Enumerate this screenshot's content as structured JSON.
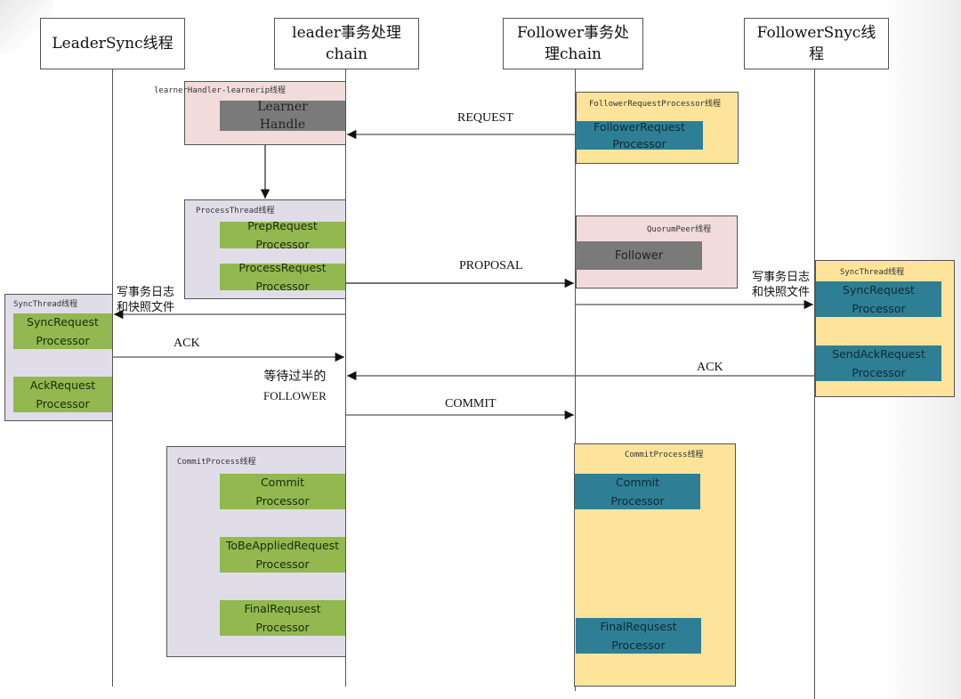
{
  "lanes": [
    {
      "id": "leadersync",
      "title": "LeaderSync线程"
    },
    {
      "id": "leader-chain",
      "title_line1": "leader事务处理",
      "title_line2": "chain"
    },
    {
      "id": "follower-chain",
      "title_line1": "Follower事务处",
      "title_line2": "理chain"
    },
    {
      "id": "followersync",
      "title_line1": "FollowerSnyc线",
      "title_line2": "程"
    }
  ],
  "groups": {
    "learner_handler": {
      "title": "learnerHandler-learnerip线程",
      "processors": [
        {
          "line1": "Learner",
          "line2": "Handle"
        }
      ]
    },
    "process_thread": {
      "title": "ProcessThread线程",
      "processors": [
        {
          "line1": "PrepRequest",
          "line2": "Processor"
        },
        {
          "line1": "ProcessRequest",
          "line2": "Processor"
        }
      ]
    },
    "leader_sync_thread": {
      "title": "SyncThread线程",
      "processors": [
        {
          "line1": "SyncRequest",
          "line2": "Processor"
        },
        {
          "line1": "AckRequest",
          "line2": "Processor"
        }
      ]
    },
    "leader_commit_process": {
      "title": "CommitProcess线程",
      "processors": [
        {
          "line1": "Commit",
          "line2": "Processor"
        },
        {
          "line1": "ToBeAppliedRequest",
          "line2": "Processor"
        },
        {
          "line1": "FinalRequsest",
          "line2": "Processor"
        }
      ]
    },
    "follower_request_processor": {
      "title": "FollowerRequestProcessor线程",
      "processors": [
        {
          "line1": "FollowerRequest",
          "line2": "Processor"
        }
      ]
    },
    "quorum_peer": {
      "title": "QuorumPeer线程",
      "processors": [
        {
          "line1": "Follower"
        }
      ]
    },
    "follower_sync_thread": {
      "title": "SyncThread线程",
      "processors": [
        {
          "line1": "SyncRequest",
          "line2": "Processor"
        },
        {
          "line1": "SendAckRequest",
          "line2": "Processor"
        }
      ]
    },
    "follower_commit_process": {
      "title": "CommitProcess线程",
      "processors": [
        {
          "line1": "Commit",
          "line2": "Processor"
        },
        {
          "line1": "FinalRequsest",
          "line2": "Processor"
        }
      ]
    }
  },
  "messages": {
    "request": "REQUEST",
    "proposal": "PROPOSAL",
    "ack_leader": "ACK",
    "ack_follower": "ACK",
    "commit": "COMMIT",
    "write_log_leader_line1": "写事务日志",
    "write_log_leader_line2": "和快照文件",
    "write_log_follower_line1": "写事务日志",
    "write_log_follower_line2": "和快照文件",
    "wait_majority_line1": "等待过半的",
    "wait_majority_line2": "FOLLOWER"
  },
  "colors": {
    "pink_group": "#f2dcdb",
    "lavender_group": "#e0dde9",
    "yellow_group": "#fde49a",
    "green_processor": "#92b84f",
    "teal_processor": "#2e7f95",
    "gray_processor": "#7a7a7a"
  }
}
